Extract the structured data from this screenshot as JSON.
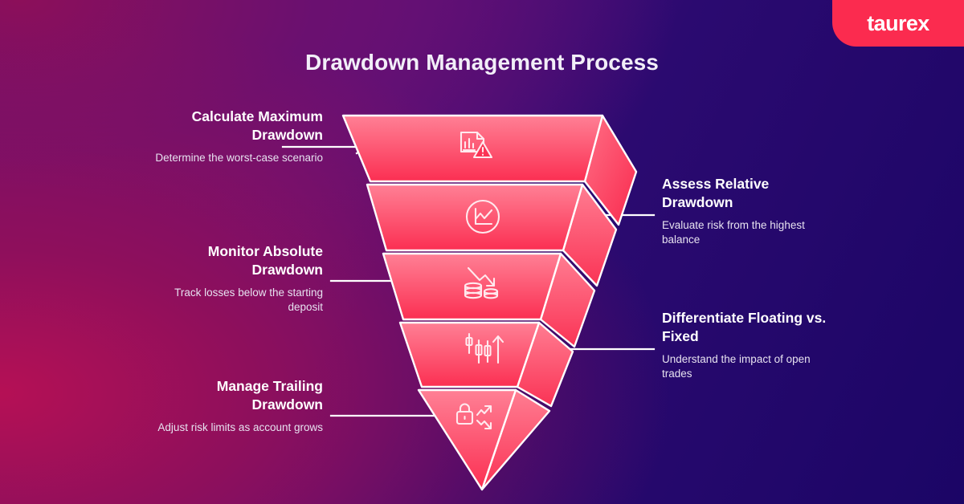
{
  "brand": {
    "logo_text": "taurex",
    "logo_bg": "#fb2b4f",
    "accent": "#fb3455",
    "accent_light": "#ff7b8f"
  },
  "header": {
    "title": "Drawdown Management Process"
  },
  "background": {
    "from": "#8c0f5a",
    "mid": "#5c1080",
    "to": "#1b0566"
  },
  "funnel": {
    "steps": [
      {
        "icon": "document-chart-warning-icon",
        "level": 1
      },
      {
        "icon": "line-chart-circle-icon",
        "level": 2
      },
      {
        "icon": "declining-arrow-coins-icon",
        "level": 3
      },
      {
        "icon": "candlestick-uptrend-icon",
        "level": 4
      },
      {
        "icon": "lock-arrows-icon",
        "level": 5
      }
    ]
  },
  "callouts": {
    "left": [
      {
        "title": "Calculate Maximum Drawdown",
        "desc": "Determine the worst-case scenario"
      },
      {
        "title": "Monitor Absolute Drawdown",
        "desc": "Track losses below the starting deposit"
      },
      {
        "title": "Manage Trailing Drawdown",
        "desc": "Adjust risk limits as account grows"
      }
    ],
    "right": [
      {
        "title": "Assess Relative Drawdown",
        "desc": "Evaluate risk from the highest balance"
      },
      {
        "title": "Differentiate Floating vs. Fixed",
        "desc": "Understand the impact of open trades"
      }
    ]
  }
}
